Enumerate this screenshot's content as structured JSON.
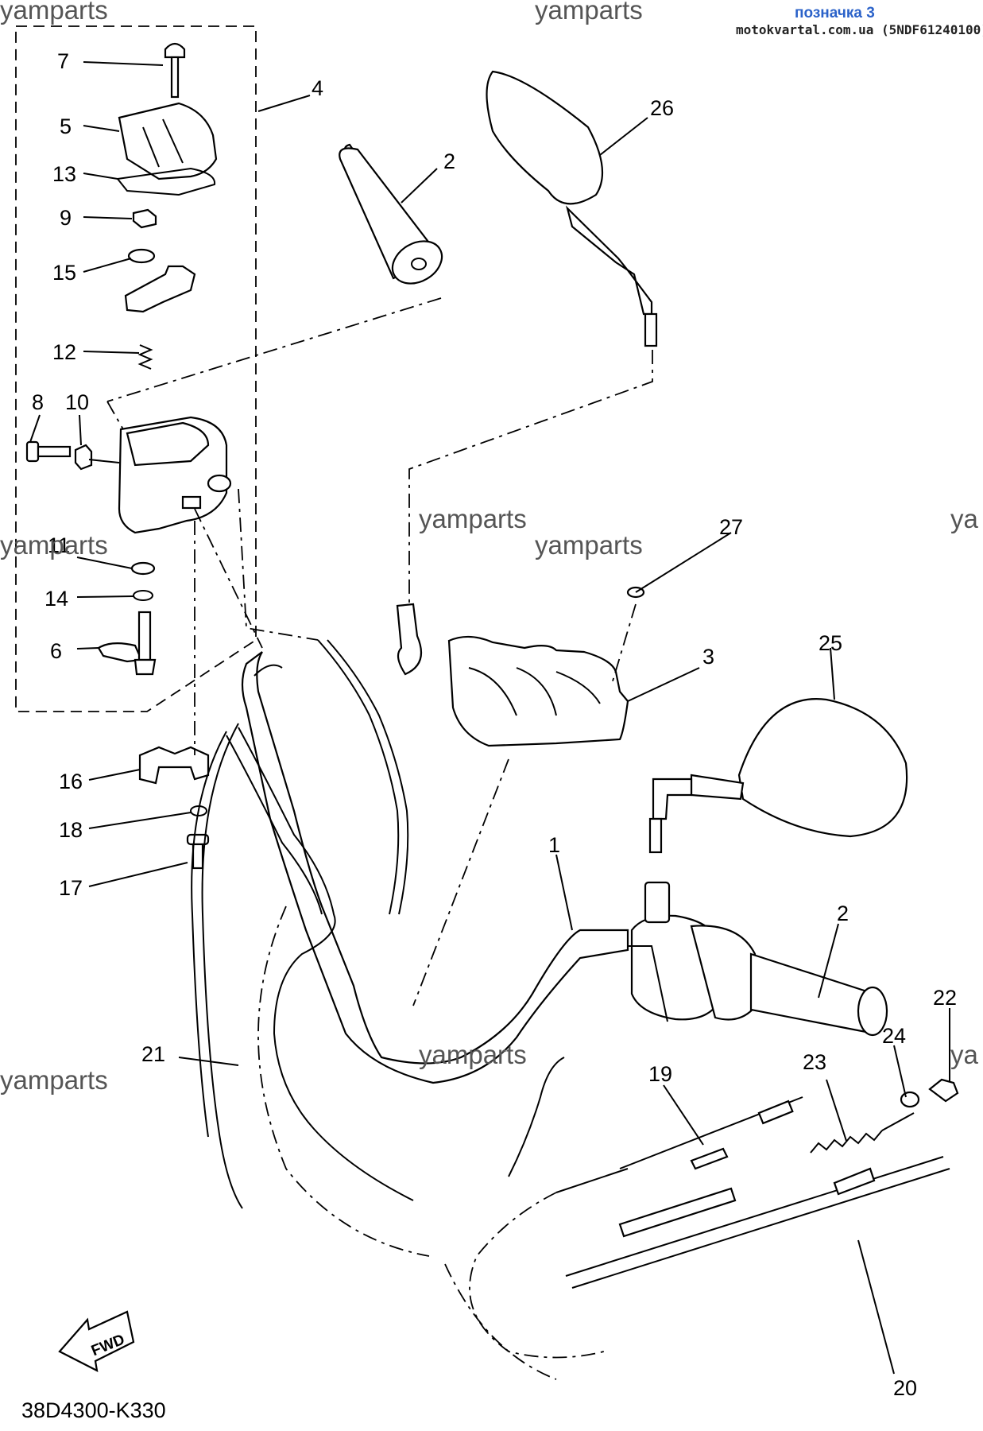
{
  "header": {
    "tag": "позначка 3",
    "source": "motokvartal.com.ua (5NDF61240100)"
  },
  "watermarks": [
    "yamparts",
    "yamparts",
    "yamparts",
    "ya",
    "yamparts",
    "yamparts",
    "yamparts",
    "yamparts",
    "ya"
  ],
  "callouts": {
    "c1": "1",
    "c2a": "2",
    "c2b": "2",
    "c3": "3",
    "c4": "4",
    "c5": "5",
    "c6": "6",
    "c7": "7",
    "c8": "8",
    "c9": "9",
    "c10": "10",
    "c11": "11",
    "c12": "12",
    "c13": "13",
    "c14": "14",
    "c15": "15",
    "c16": "16",
    "c17": "17",
    "c18": "18",
    "c19": "19",
    "c20": "20",
    "c21": "21",
    "c22": "22",
    "c23": "23",
    "c24": "24",
    "c25": "25",
    "c26": "26",
    "c27": "27"
  },
  "fwd_label": "FWD",
  "diagram_code": "38D4300-K330"
}
